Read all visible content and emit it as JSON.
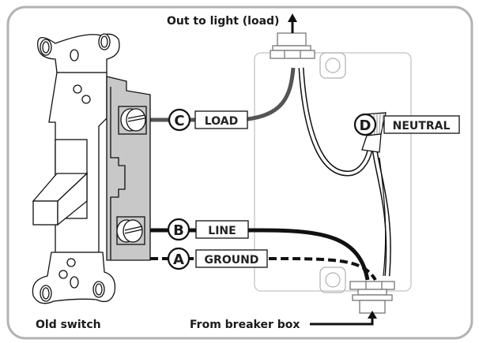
{
  "diagram": {
    "title_top": "Out to light (load)",
    "caption_switch": "Old switch",
    "caption_source": "From breaker box",
    "terminals": [
      {
        "letter": "A",
        "label": "GROUND",
        "wire_style": "dashed"
      },
      {
        "letter": "B",
        "label": "LINE",
        "wire_style": "solid-black"
      },
      {
        "letter": "C",
        "label": "LOAD",
        "wire_style": "solid-gray"
      },
      {
        "letter": "D",
        "label": "NEUTRAL",
        "wire_style": "white-pair"
      }
    ],
    "colors": {
      "frame": "#b3b3b3",
      "switch_body": "#c8c8c8",
      "load_wire": "#555555",
      "line_wire": "#111111",
      "box_outline": "#bdbdbd"
    }
  }
}
